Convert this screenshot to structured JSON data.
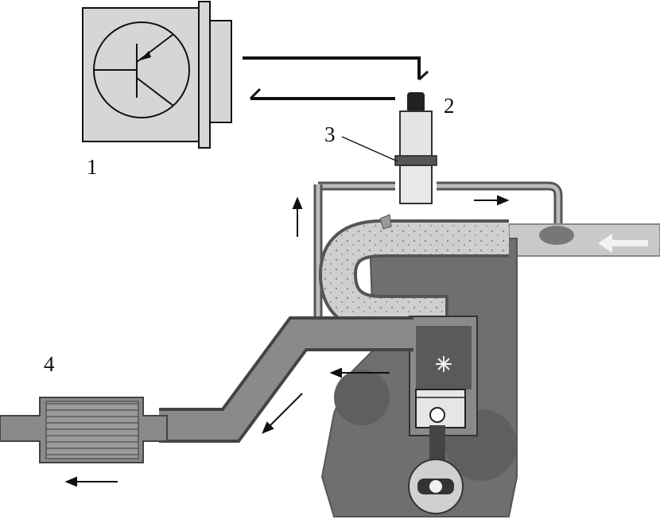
{
  "labels": {
    "ecu": "1",
    "oxygen_sensor": "2",
    "sensor_gasket": "3",
    "catalytic_converter": "4"
  },
  "colors": {
    "line": "#111111",
    "pipe_fill": "#8a8a8a",
    "pipe_edge": "#5a5a5a",
    "engine_block": "#6f6f6f",
    "intake_mixture": "#c9c9c9",
    "ecu_fill": "#d6d6d6"
  },
  "icons": [
    "transistor-icon",
    "spark-icon",
    "piston-icon",
    "crankshaft-icon",
    "flow-arrow-icon"
  ]
}
